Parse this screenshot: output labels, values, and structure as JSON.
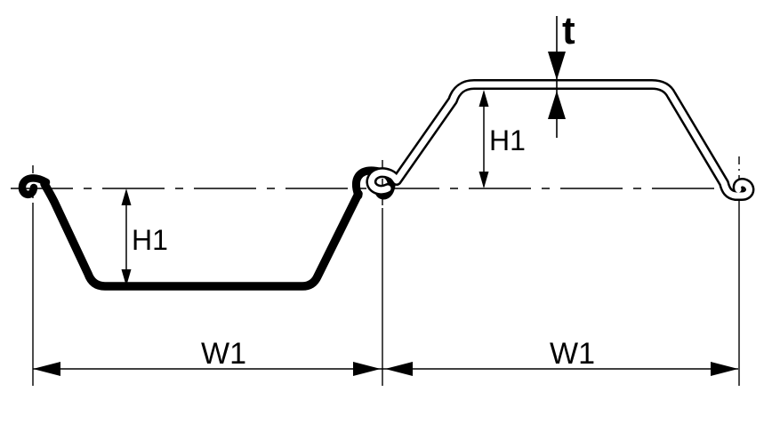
{
  "diagram": {
    "type": "technical-drawing",
    "subject": "U-type steel sheet pile pair cross-section with dimension callouts",
    "background_color": "#ffffff",
    "line_color": "#000000",
    "labels": {
      "thickness": "t",
      "height_left": "H1",
      "height_right": "H1",
      "width_left": "W1",
      "width_right": "W1"
    }
  }
}
